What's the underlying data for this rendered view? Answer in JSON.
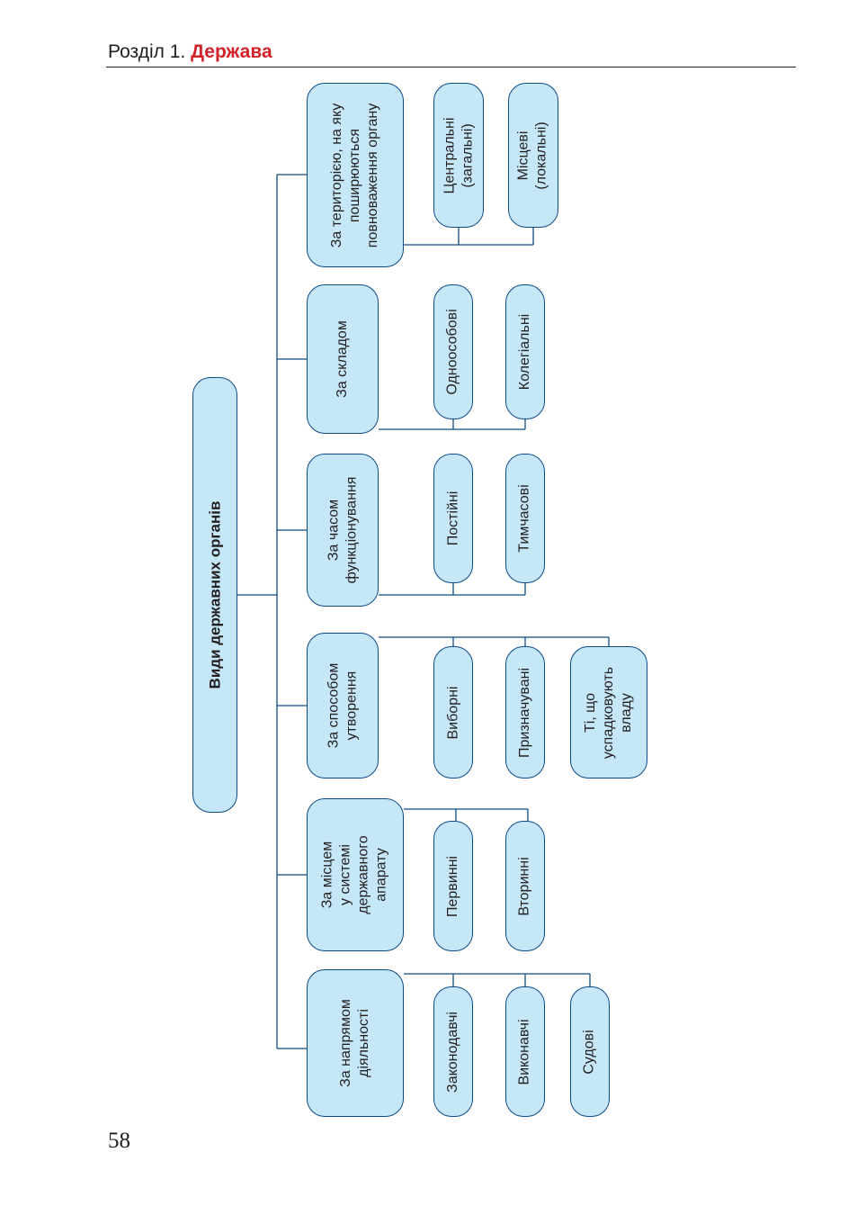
{
  "header": {
    "section": "Розділ 1.",
    "chapter": "Держава"
  },
  "page_number": "58",
  "colors": {
    "box_fill": "#c5e7f8",
    "box_border": "#0d4a87",
    "line": "#0d4a87",
    "accent": "#d2232a"
  },
  "diagram": {
    "root": "Види державних органів",
    "categories": [
      {
        "label": "За територією, на яку\nпоширюються\nповноваження органу",
        "items": [
          "Центральні\n(загальні)",
          "Місцеві\n(локальні)"
        ]
      },
      {
        "label": "За складом",
        "items": [
          "Одноособові",
          "Колегіальні"
        ]
      },
      {
        "label": "За часом\nфункціонування",
        "items": [
          "Постійні",
          "Тимчасові"
        ]
      },
      {
        "label": "За способом\nутворення",
        "items": [
          "Виборні",
          "Призначувані",
          "Ті, що\nуспадковують\nвладу"
        ]
      },
      {
        "label": "За місцем\nу системі\nдержавного\nапарату",
        "items": [
          "Первинні",
          "Вторинні"
        ]
      },
      {
        "label": "За напрямом\nдіяльності",
        "items": [
          "Законодавчі",
          "Виконавчі",
          "Судові"
        ]
      }
    ]
  }
}
